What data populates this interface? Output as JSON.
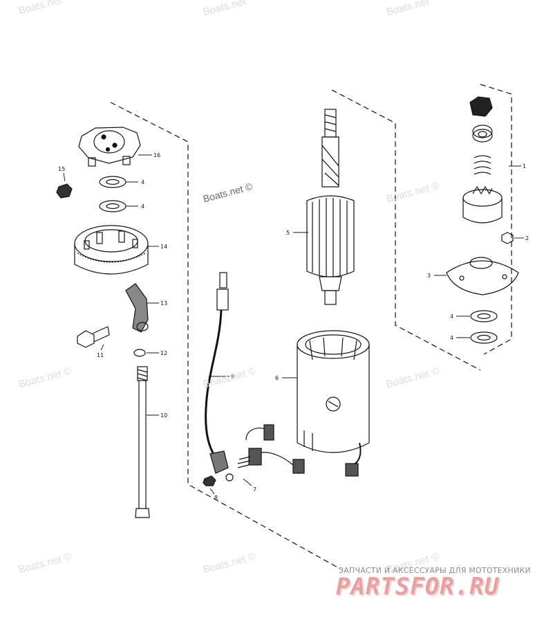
{
  "watermarks": [
    "Boats.net",
    "Boats.net",
    "Boats.net",
    "Boats.net ©",
    "Boats.net ©",
    "Boats.net ©",
    "Boats.net ©",
    "Boats.net ©",
    "Boats.net ©",
    "Boats.net ©",
    "Boats.net ©"
  ],
  "callouts": [
    "1",
    "2",
    "3",
    "4",
    "4",
    "5",
    "6",
    "7",
    "8",
    "9",
    "10",
    "11",
    "12",
    "13",
    "14",
    "15",
    "4",
    "4",
    "16"
  ],
  "promo": {
    "tagline": "ЗАПЧАСТИ И АКСЕССУАРЫ ДЛЯ МОТОТЕХНИКИ",
    "logo": "PARTSFOR.RU"
  },
  "colors": {
    "ink": "#111111",
    "watermark": "#dcdcdc",
    "logo": "#e8a0a0"
  }
}
